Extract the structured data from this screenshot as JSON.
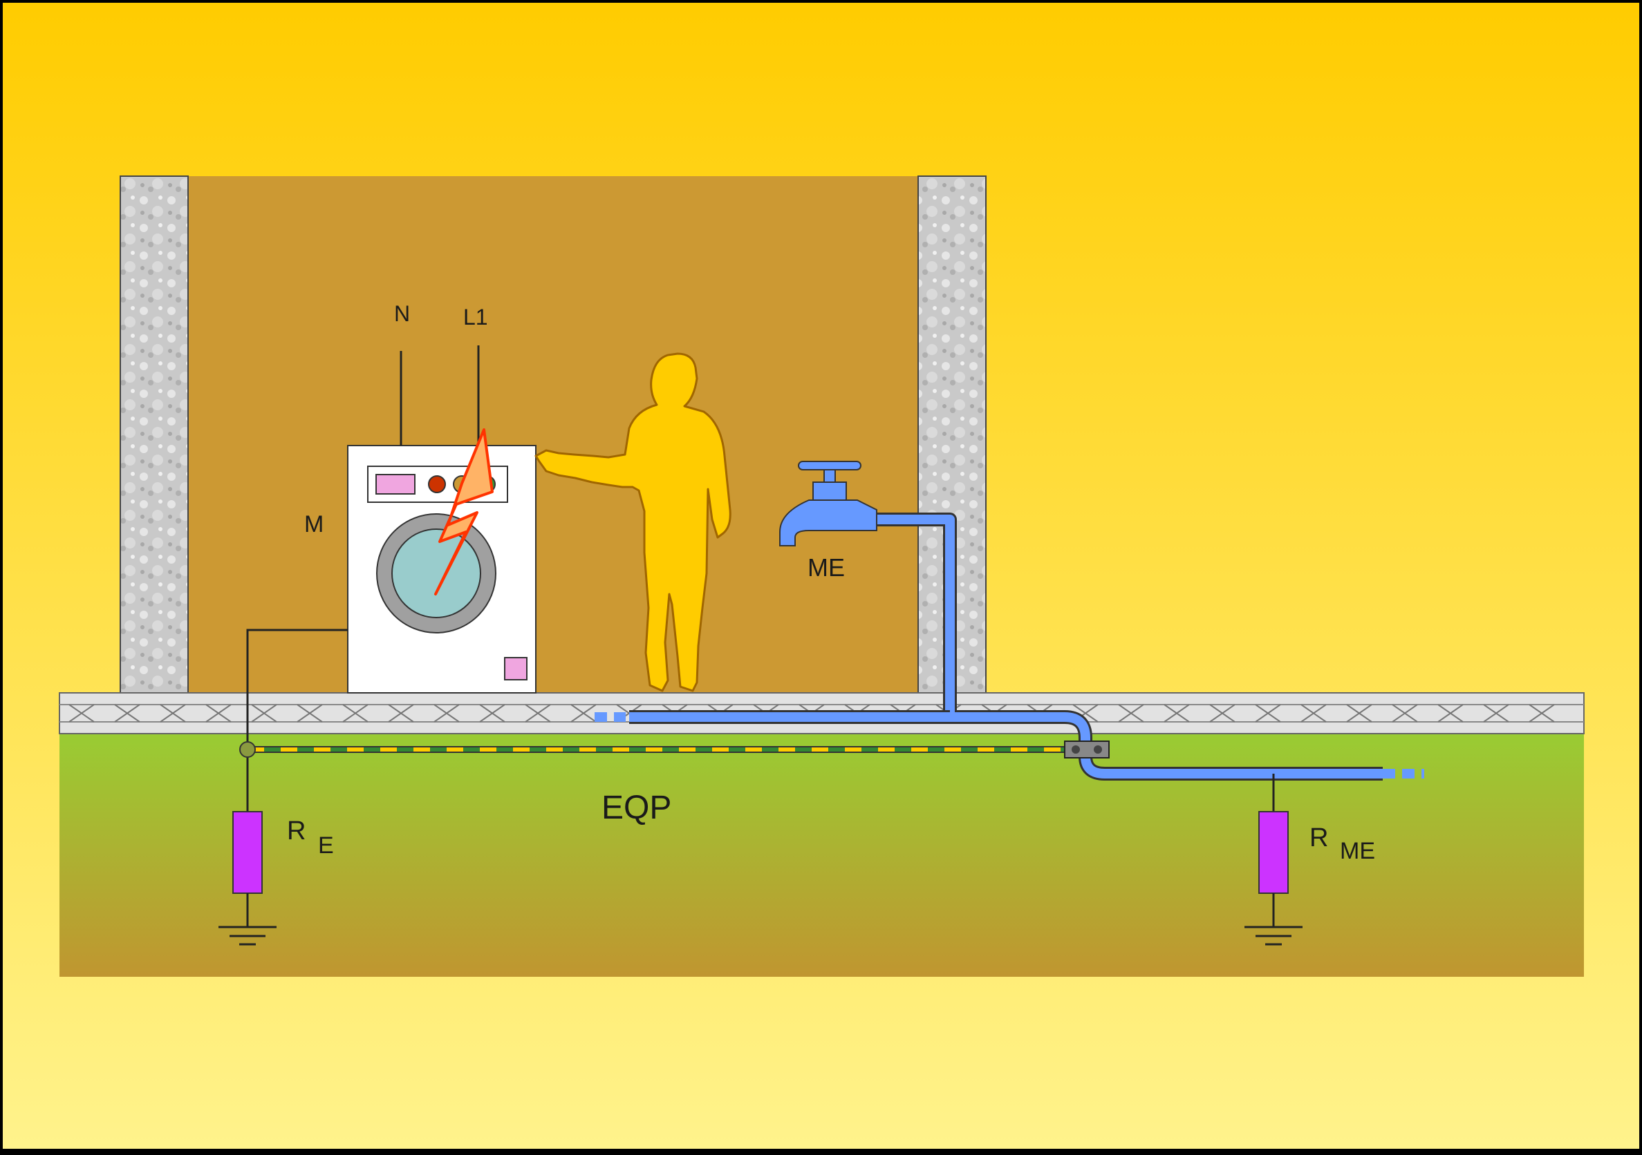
{
  "labels": {
    "neutral": "N",
    "live": "L1",
    "machine": "M",
    "metal_element": "ME",
    "equipotential": "EQP",
    "earth_resistor_main": "R",
    "earth_resistor_sub": "E",
    "me_resistor_main": "R",
    "me_resistor_sub": "ME"
  },
  "colors": {
    "background_top": "#ffcc00",
    "background_bottom": "#fff08a",
    "room": "#cc9933",
    "ground_top": "#99cc33",
    "ground_bottom": "#c09930",
    "wall": "#c8c8c8",
    "pipe": "#6699ff",
    "resistor": "#cc33ff",
    "person": "#ffcc00",
    "fault": "#ff3300",
    "conductor_yellow": "#ffcc00",
    "conductor_green": "#338833"
  },
  "icons": {
    "appliance": "washing-machine-icon",
    "person": "person-silhouette-icon",
    "tap": "water-tap-icon",
    "fault": "lightning-bolt-icon",
    "earth": "ground-symbol-icon"
  }
}
